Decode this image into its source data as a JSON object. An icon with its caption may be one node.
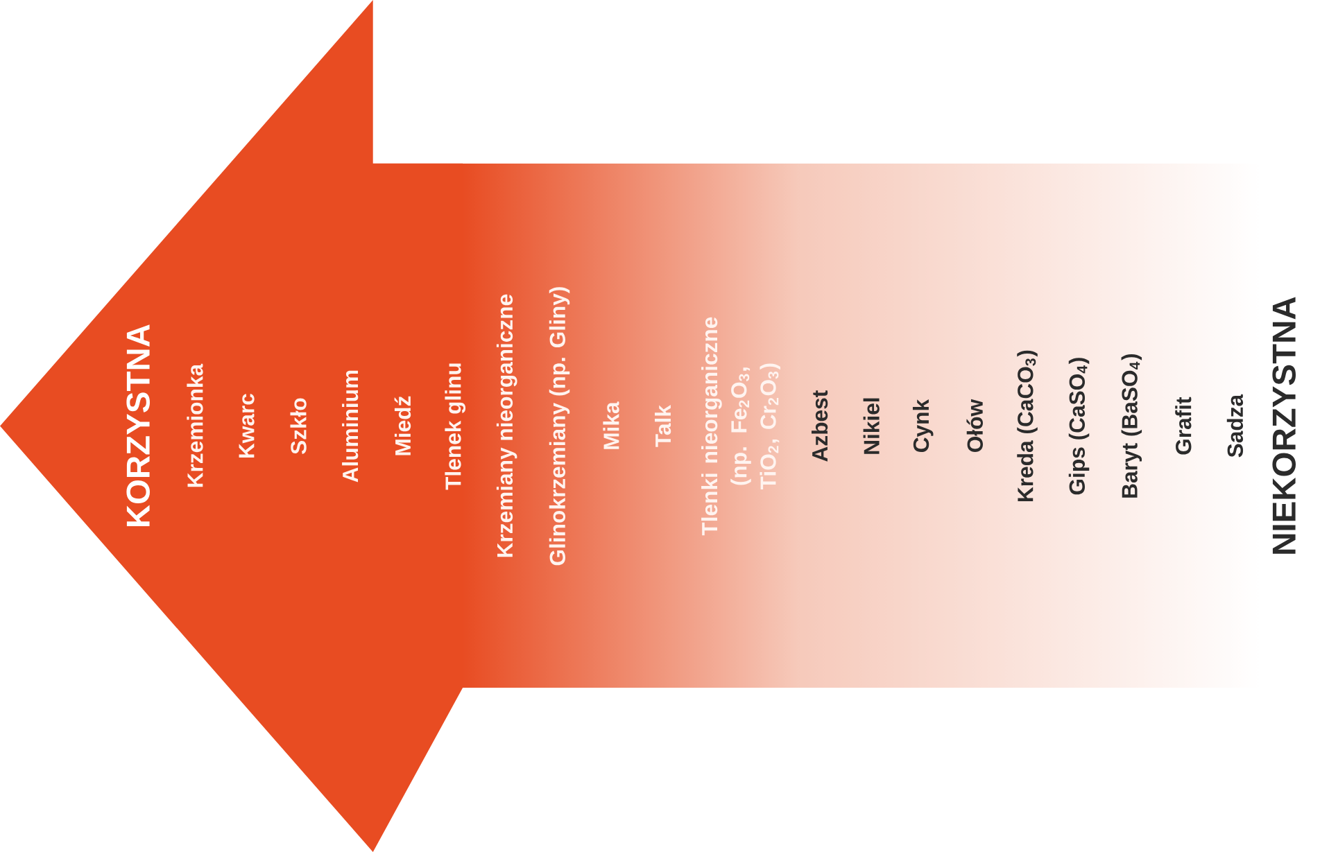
{
  "diagram": {
    "labels": [
      "KORZYSTNA",
      "Krzemionka",
      "Kwarc",
      "Szkło",
      "Aluminium",
      "Miedź",
      "Tlenek glinu",
      "Krzemiany nieorganiczne",
      "Glinokrzemiany (np. Gliny)",
      "Mika",
      "Talk",
      "Tlenki nieorganiczne (np. Fe$_{2}$O$_{3}$, TiO$_{2}$, Cr$_{2}$O$_{3}$)",
      "Azbest",
      "Nikiel",
      "Cynk",
      "Ołów",
      "Kreda (CaCO$_{3}$)",
      "Gips (CaSO$_{4}$)",
      "Baryt (BaSO$_{4}$)",
      "Grafit",
      "Sadza",
      "NIEKORZYSTNA"
    ]
  }
}
